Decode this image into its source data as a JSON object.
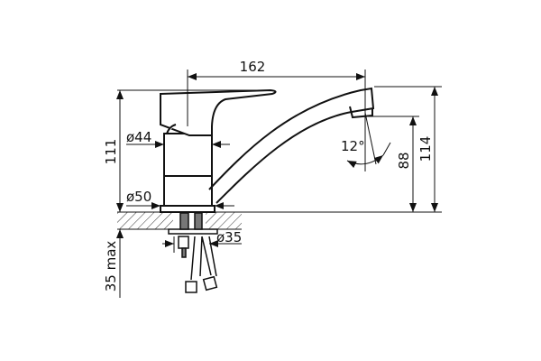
{
  "drawing": {
    "subject": "single-lever basin mixer tap",
    "colors": {
      "line": "#111111",
      "background": "#ffffff"
    },
    "dimensions": {
      "spout_reach": "162",
      "body_height": "111",
      "total_height": "114",
      "spout_outlet_height": "88",
      "spout_angle": "12°",
      "body_diameter": "ø44",
      "base_diameter": "ø50",
      "mounting_diameter": "ø35",
      "max_counter_thickness": "35 max"
    }
  }
}
